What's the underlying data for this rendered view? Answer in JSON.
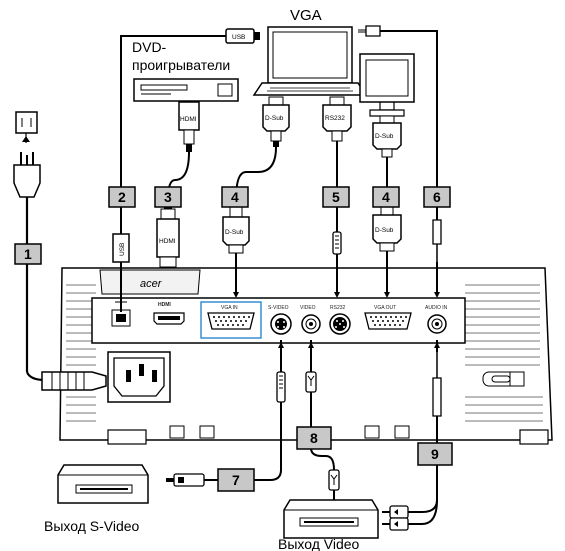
{
  "labels": {
    "vga": "VGA",
    "dvd_line1": "DVD-",
    "dvd_line2": "проигрыватели",
    "svideo_out": "Выход S-Video",
    "video_out": "Выход Video",
    "brand": "acer"
  },
  "plugs": {
    "usb": "USB",
    "hdmi": "HDMI",
    "dsub": "D-Sub",
    "rs232": "RS232"
  },
  "ports": {
    "hdmi": "HDMI",
    "vga_in": "VGA IN",
    "svideo": "S-VIDEO",
    "video": "VIDEO",
    "rs232": "RS232",
    "vga_out": "VGA OUT",
    "audio_in": "AUDIO IN"
  },
  "badges": [
    "1",
    "2",
    "3",
    "4",
    "5",
    "4",
    "6",
    "7",
    "8",
    "9"
  ],
  "colors": {
    "badge_fill": "#c8c8c8",
    "line": "#000000",
    "highlight": "#3a8fd0"
  }
}
